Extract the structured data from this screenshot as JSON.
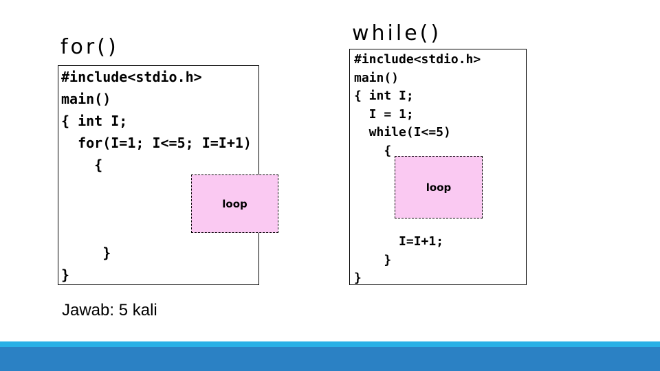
{
  "panels": {
    "for": {
      "title": "for()",
      "code_lines": [
        "#include<stdio.h>",
        "main()",
        "{ int I;",
        "  for(I=1; I<=5; I=I+1)",
        "    {",
        "",
        "",
        "",
        "     }",
        "}"
      ],
      "loop_label": "loop"
    },
    "while": {
      "title": "while()",
      "code_lines": [
        "#include<stdio.h>",
        "main()",
        "{ int I;",
        "  I = 1;",
        "  while(I<=5)",
        "    {",
        "",
        "",
        "",
        "",
        "      I=I+1;",
        "    }",
        "}"
      ],
      "loop_label": "loop"
    }
  },
  "answer_text": "Jawab: 5 kali",
  "colors": {
    "loop_fill": "#fac9f2",
    "accent_light": "#29b0e6",
    "accent_dark": "#2b81c4",
    "code_text": "#000000",
    "background": "#ffffff"
  }
}
